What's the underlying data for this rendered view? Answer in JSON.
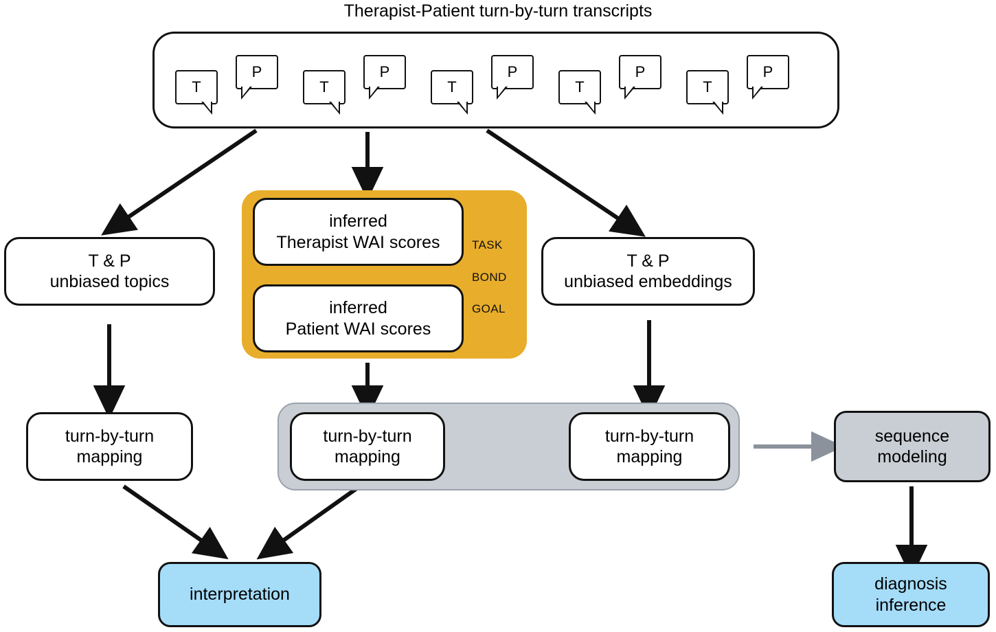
{
  "title": "Therapist-Patient turn-by-turn transcripts",
  "transcript": {
    "bubbles": [
      {
        "speaker": "T"
      },
      {
        "speaker": "P"
      },
      {
        "speaker": "T"
      },
      {
        "speaker": "P"
      },
      {
        "speaker": "T"
      },
      {
        "speaker": "P"
      },
      {
        "speaker": "T"
      },
      {
        "speaker": "P"
      },
      {
        "speaker": "T"
      },
      {
        "speaker": "P"
      }
    ]
  },
  "nodes": {
    "topics": "T & P\nunbiased topics",
    "embeddings": "T & P\nunbiased embeddings",
    "wai_therapist": "inferred\nTherapist WAI scores",
    "wai_patient": "inferred\nPatient WAI scores",
    "mapping_left": "turn-by-turn\nmapping",
    "mapping_mid": "turn-by-turn\nmapping",
    "mapping_right": "turn-by-turn\nmapping",
    "sequence_modeling": "sequence\nmodeling",
    "interpretation": "interpretation",
    "diagnosis": "diagnosis\ninference"
  },
  "wai_dimensions": [
    "TASK",
    "BOND",
    "GOAL"
  ],
  "colors": {
    "wai_group": "#e8ad2a",
    "grey_container": "#c9ced4",
    "grey_box": "#c9ced4",
    "blue_box": "#a5ddf9",
    "arrow_black": "#111111",
    "arrow_grey": "#8b929b",
    "outline": "#111111",
    "background": "#ffffff"
  }
}
